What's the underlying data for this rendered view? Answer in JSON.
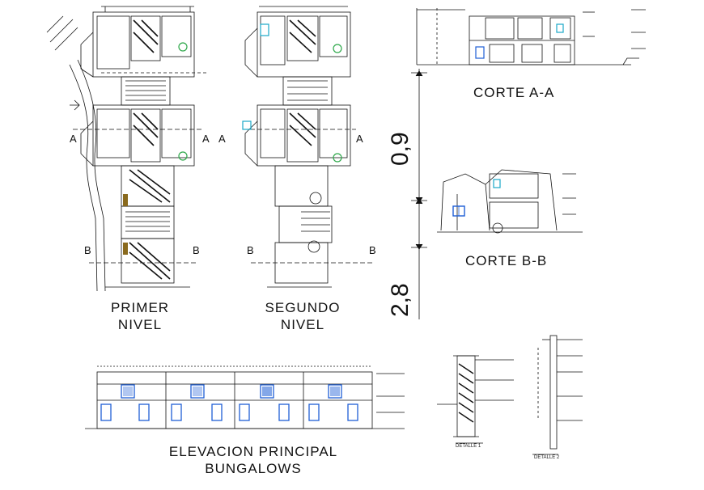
{
  "labels": {
    "primer_nivel_1": "PRIMER",
    "primer_nivel_2": "NIVEL",
    "segundo_nivel_1": "SEGUNDO",
    "segundo_nivel_2": "NIVEL",
    "corte_aa": "CORTE A-A",
    "corte_bb": "CORTE B-B",
    "elevacion_1": "ELEVACION PRINCIPAL",
    "elevacion_2": "BUNGALOWS",
    "detalle_1": "DETALLE 1",
    "detalle_2": "DETALLE 2"
  },
  "dimensions": {
    "upper": "0,9",
    "lower": "2,8"
  },
  "section_marks": {
    "a": "A",
    "b": "B"
  },
  "colors": {
    "line": "#111111",
    "blue_accent": "#1f5fd6",
    "brown_accent": "#8a6a1e",
    "cyan_accent": "#1aa8c8",
    "green_accent": "#2ea84a"
  }
}
